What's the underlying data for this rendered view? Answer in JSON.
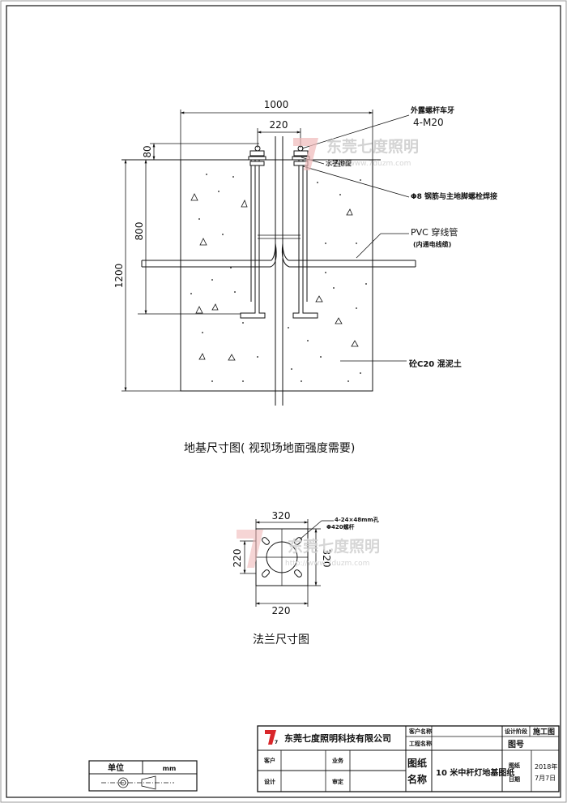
{
  "foundation": {
    "dims": {
      "width_total": "1000",
      "bolt_spacing": "220",
      "top_height": "80",
      "anchor_depth": "800",
      "total_depth": "1200"
    },
    "callouts": {
      "bolt_line1": "外露螺杆车牙",
      "bolt_line2": "4-M20",
      "ground": "水平地面",
      "rebar": "Φ8 钢筋与主地脚螺栓焊接",
      "pvc_line1": "PVC 穿线管",
      "pvc_line2": "(内通电线缆)",
      "concrete": "砼C20 混泥土"
    },
    "caption": "地基尺寸图( 视现场地面强度需要)"
  },
  "flange": {
    "dims": {
      "top": "320",
      "left": "220",
      "right": "320",
      "bottom": "220"
    },
    "callout_line1": "4-24×48mm孔",
    "callout_line2": "Φ420螺杆",
    "caption": "法兰尺寸图"
  },
  "watermark": {
    "brand": "东莞七度照明",
    "url": "http://www.7duzm.com",
    "logo_letter": "7"
  },
  "title_block": {
    "company": "东莞七度照明科技有限公司",
    "customer_name_label": "客户名称",
    "project_name_label": "工程名称",
    "design_stage_label": "设计阶段",
    "construction_label": "施工图",
    "drawing_no_label": "图号",
    "customer_label": "客户",
    "business_label": "业务",
    "design_label": "设计",
    "review_label": "审定",
    "drawing_name_label_1": "图纸",
    "drawing_name_label_2": "名称",
    "drawing_name": "10 米中杆灯地基图纸",
    "drawing_date_label_1": "图纸",
    "drawing_date_label_2": "日期",
    "date_line1": "2018年",
    "date_line2": "7月7日"
  },
  "unit_block": {
    "unit_label": "单位",
    "unit_value": "mm"
  }
}
